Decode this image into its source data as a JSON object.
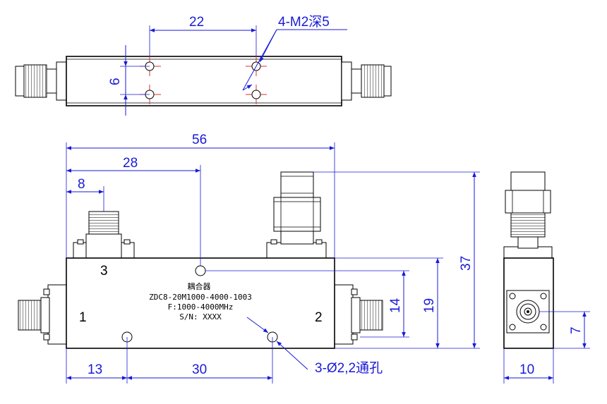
{
  "top_view": {
    "dim_hole_spacing": "22",
    "dim_hole_pitch": "6",
    "callout_threaded_holes": "4-M2深5"
  },
  "front_view": {
    "dim_overall_length": "56",
    "dim_center_port": "28",
    "dim_port3_offset": "8",
    "dim_overall_height": "37",
    "dim_hole_from_bottom": "19",
    "dim_hole_spacing_vertical": "14",
    "dim_bottom_hole_left": "13",
    "dim_bottom_hole_spacing": "30",
    "callout_through_holes": "3-Ø2,2通孔",
    "port_labels": {
      "p1": "1",
      "p2": "2",
      "p3": "3"
    },
    "marking": {
      "line1": "耦合器",
      "line2": "ZDC8-20M1000-4000-1003",
      "line3": "F:1000-4000MHz",
      "line4": "S/N: XXXX"
    }
  },
  "side_view": {
    "dim_width": "10",
    "dim_connector_height": "7"
  }
}
